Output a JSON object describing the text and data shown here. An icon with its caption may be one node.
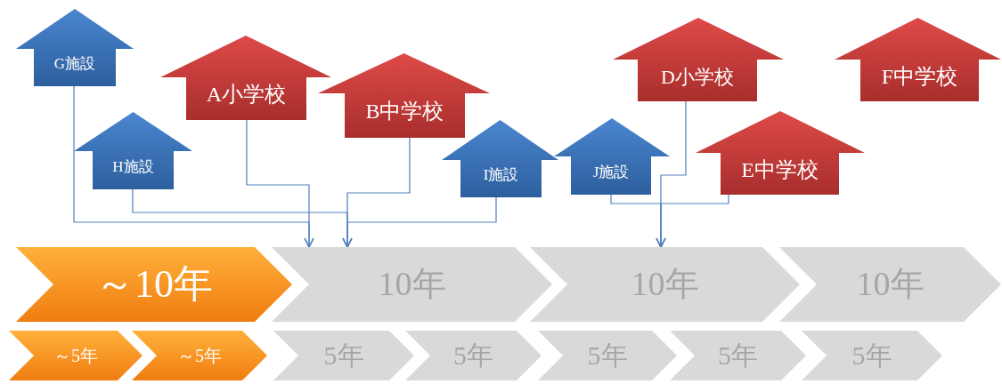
{
  "diagram": {
    "nodes": [
      {
        "text": [
          "G施設"
        ]
      },
      {
        "text": [
          "A小学校"
        ]
      },
      {
        "text": [
          "B中学校"
        ]
      },
      {
        "text": [
          "D小学校"
        ]
      },
      {
        "text": [
          "F中学校"
        ]
      },
      {
        "text": [
          "H施設"
        ]
      },
      {
        "text": [
          "I施設"
        ]
      },
      {
        "text": [
          "J施設"
        ]
      },
      {
        "text": [
          "E中学校"
        ]
      },
      {
        "text": [
          "～10年"
        ]
      },
      {
        "text": [
          "10年"
        ]
      },
      {
        "text": [
          "10年"
        ]
      },
      {
        "text": [
          "10年"
        ]
      },
      {
        "text": [
          "～5年"
        ]
      },
      {
        "text": [
          "～5年"
        ]
      },
      {
        "text": [
          "5年"
        ]
      },
      {
        "text": [
          "5年"
        ]
      },
      {
        "text": [
          "5年"
        ]
      },
      {
        "text": [
          "5年"
        ]
      },
      {
        "text": [
          "5年"
        ]
      }
    ],
    "edges": [
      {
        "from": 0,
        "to": 10,
        "arrow": "to"
      },
      {
        "from": 1,
        "to": 10,
        "arrow": "to"
      },
      {
        "from": 2,
        "to": 10,
        "arrow": "to"
      },
      {
        "from": 5,
        "to": 10,
        "arrow": "to"
      },
      {
        "from": 6,
        "to": 10,
        "arrow": "to"
      },
      {
        "from": 3,
        "to": 11,
        "arrow": "to"
      },
      {
        "from": 7,
        "to": 11,
        "arrow": "to"
      },
      {
        "from": 8,
        "to": 11,
        "arrow": "to"
      }
    ]
  }
}
